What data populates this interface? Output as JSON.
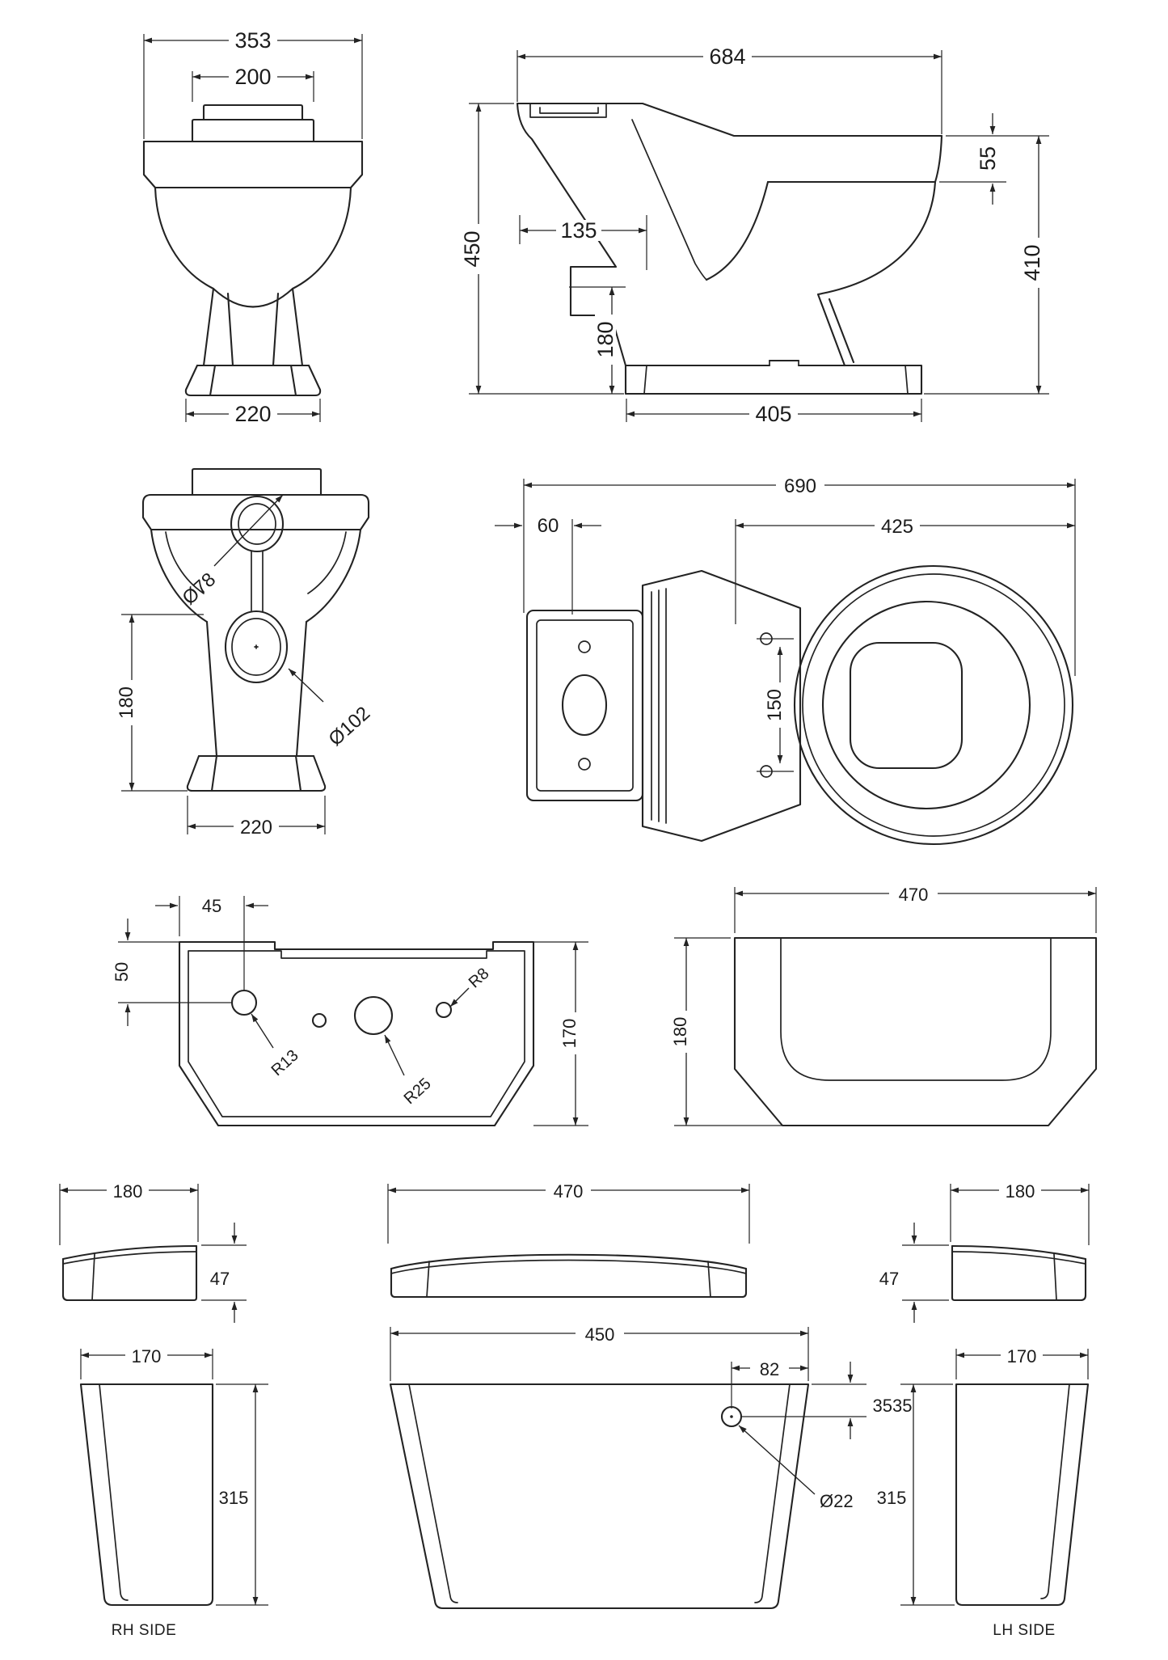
{
  "colors": {
    "line": "#232323",
    "background": "#ffffff"
  },
  "views": {
    "pan_front": {
      "overall_width": "353",
      "cap_width": "200",
      "base_width": "220"
    },
    "pan_side": {
      "overall_depth": "684",
      "seat_thickness": "55",
      "overall_height": "450",
      "flush_bend_depth": "135",
      "soil_pipe_height": "180",
      "rim_height": "410",
      "base_depth": "405"
    },
    "pan_rear": {
      "inlet_dia": "Ø78",
      "outlet_dia": "Ø102",
      "outlet_height": "180",
      "base_width": "220"
    },
    "pan_plan": {
      "overall_depth": "690",
      "back_gap": "60",
      "seat_depth": "425",
      "fixing_centres": "150"
    },
    "cistern_plan": {
      "hole_offset_x": "45",
      "hole_offset_y": "50",
      "hole_r13": "R13",
      "hole_r25": "R25",
      "hole_r8": "R8",
      "depth": "170"
    },
    "cistern_shell": {
      "width": "470",
      "height": "180"
    },
    "lid_left_end": {
      "width": "180",
      "height": "47"
    },
    "lid_front": {
      "width": "470"
    },
    "lid_right_end": {
      "width": "180",
      "height": "47"
    },
    "cistern_rh_side": {
      "width": "170",
      "height": "315",
      "caption": "RH SIDE"
    },
    "cistern_front": {
      "width": "450",
      "hole_offset": "82",
      "hole_drop": "3535",
      "hole_dia": "Ø22"
    },
    "cistern_lh_side": {
      "width": "170",
      "height": "315",
      "caption": "LH SIDE"
    }
  }
}
